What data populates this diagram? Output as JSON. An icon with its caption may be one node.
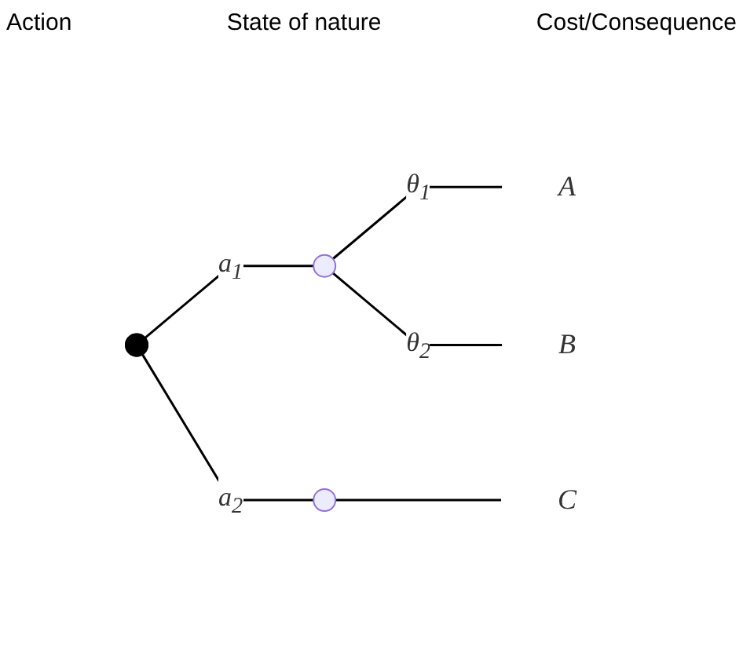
{
  "diagram": {
    "nodes": [
      {
        "text": [],
        "shape": "point"
      },
      {
        "text": [],
        "shape": "circle"
      },
      {
        "text": [],
        "shape": "circle"
      },
      {
        "text": [
          "A"
        ]
      },
      {
        "text": [
          "B"
        ]
      },
      {
        "text": [
          "C"
        ]
      }
    ],
    "edges": [
      {
        "from": 0,
        "to": 1,
        "arrow": "none",
        "label": "a$_{1}$"
      },
      {
        "from": 0,
        "to": 2,
        "arrow": "none",
        "label": "a$_{2}$"
      },
      {
        "from": 1,
        "to": 3,
        "arrow": "none",
        "label": "θ$_{1}$"
      },
      {
        "from": 1,
        "to": 4,
        "arrow": "none",
        "label": "θ$_{2}$"
      },
      {
        "from": 2,
        "to": 5,
        "arrow": "none"
      }
    ],
    "labels": [
      "Action",
      "State of nature",
      "Cost/Consequence"
    ]
  }
}
